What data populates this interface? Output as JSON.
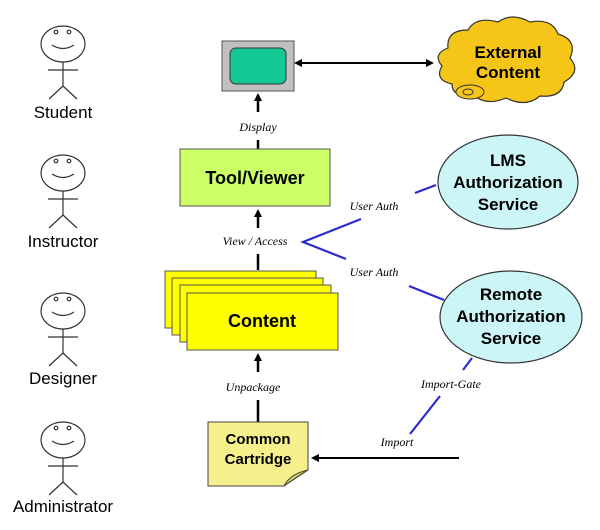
{
  "actors": [
    {
      "name": "Student"
    },
    {
      "name": "Instructor"
    },
    {
      "name": "Designer"
    },
    {
      "name": "Administrator"
    }
  ],
  "nodes": {
    "display": {
      "label": "",
      "icon": "monitor-icon"
    },
    "external_content": {
      "line1": "External",
      "line2": "Content"
    },
    "tool_viewer": {
      "label": "Tool/Viewer"
    },
    "lms_auth": {
      "line1": "LMS",
      "line2": "Authorization",
      "line3": "Service"
    },
    "content": {
      "label": "Content"
    },
    "remote_auth": {
      "line1": "Remote",
      "line2": "Authorization",
      "line3": "Service"
    },
    "common_cartridge": {
      "line1": "Common",
      "line2": "Cartridge"
    }
  },
  "edges": {
    "display": "Display",
    "view_access": "View / Access",
    "user_auth_1": "User Auth",
    "user_auth_2": "User Auth",
    "unpackage": "Unpackage",
    "import_gate": "Import-Gate",
    "import": "Import"
  },
  "colors": {
    "tool_viewer_fill": "#ccff66",
    "content_fill": "#ffff00",
    "cartridge_fill": "#f5ef8c",
    "auth_fill": "#ccf5f8",
    "cloud_fill": "#f5c518",
    "screen_fill": "#14c896",
    "auth_line": "#2b2bd0"
  }
}
